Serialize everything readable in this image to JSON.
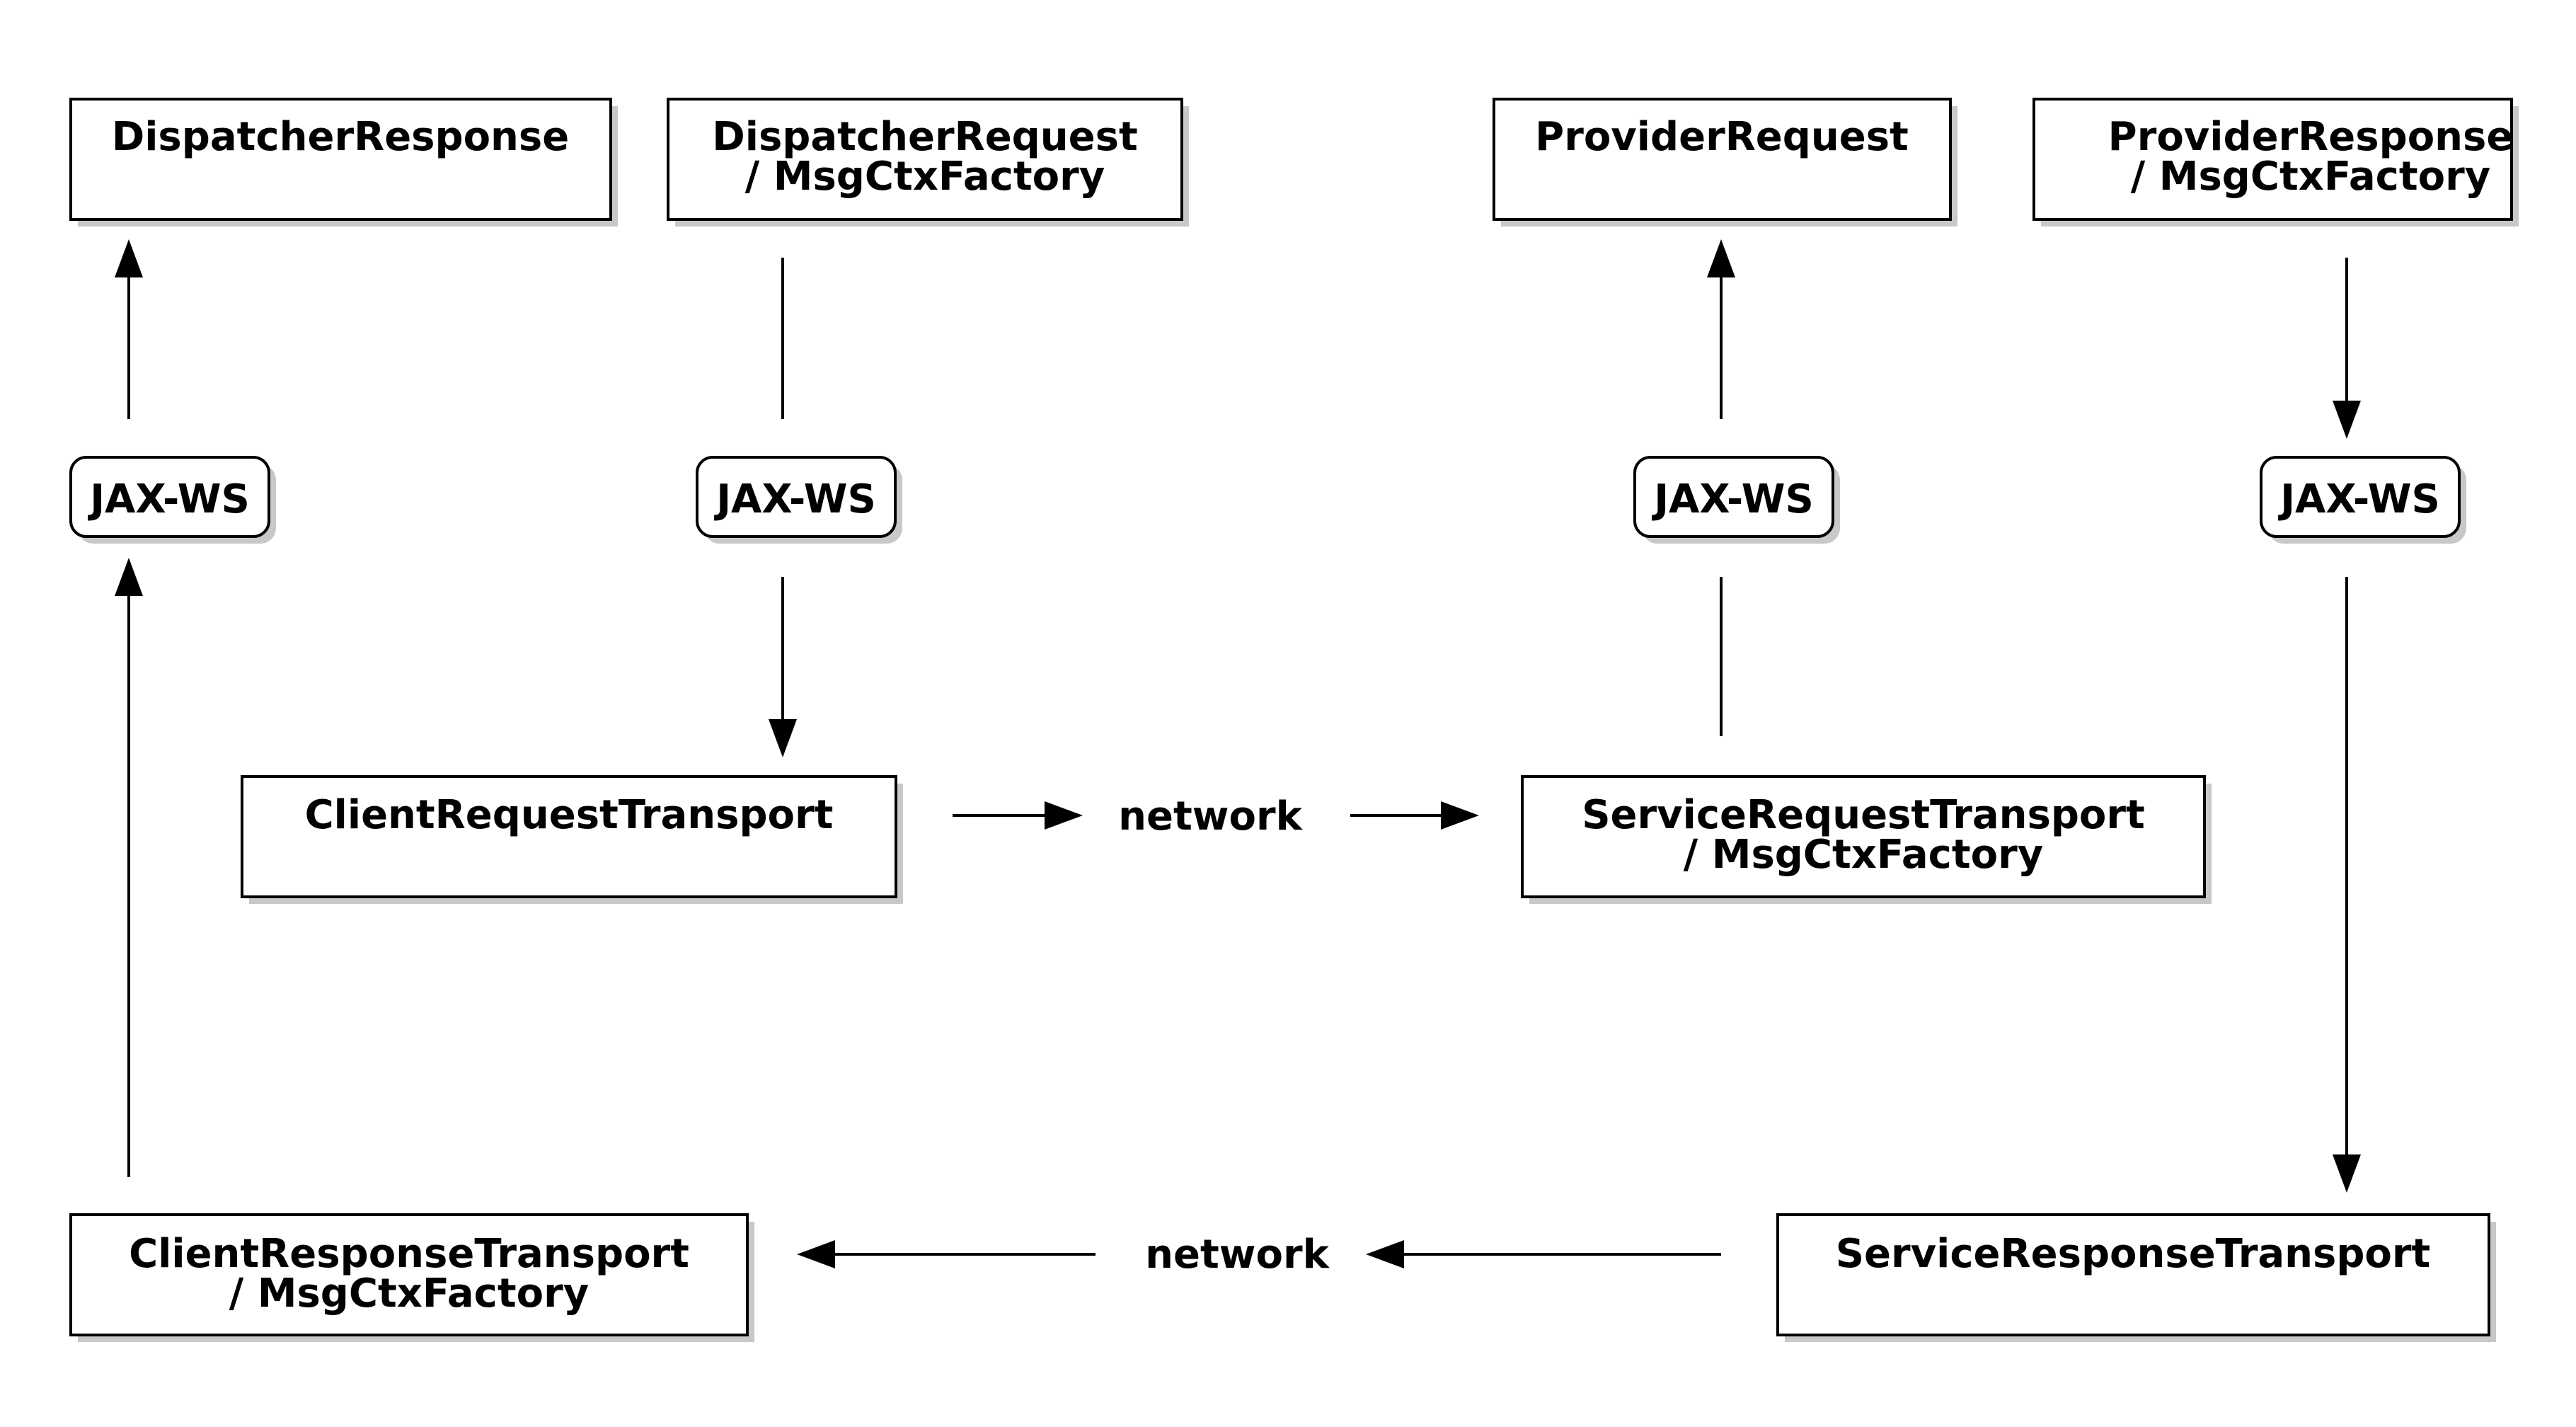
{
  "diagram": {
    "boxes": {
      "dispatcher_response": {
        "line1": "DispatcherResponse"
      },
      "dispatcher_request": {
        "line1": "DispatcherRequest",
        "line2": "/ MsgCtxFactory"
      },
      "provider_request": {
        "line1": "ProviderRequest"
      },
      "provider_response": {
        "line1": "ProviderResponse",
        "line2": "/ MsgCtxFactory"
      },
      "client_request_transport": {
        "line1": "ClientRequestTransport"
      },
      "service_request_transport": {
        "line1": "ServiceRequestTransport",
        "line2": "/ MsgCtxFactory"
      },
      "client_response_transport": {
        "line1": "ClientResponseTransport",
        "line2": "/ MsgCtxFactory"
      },
      "service_response_transport": {
        "line1": "ServiceResponseTransport"
      }
    },
    "jaxws_nodes": {
      "client_response": "JAX-WS",
      "client_request": "JAX-WS",
      "service_request": "JAX-WS",
      "service_response": "JAX-WS"
    },
    "network_labels": {
      "request": "network",
      "response": "network"
    }
  }
}
